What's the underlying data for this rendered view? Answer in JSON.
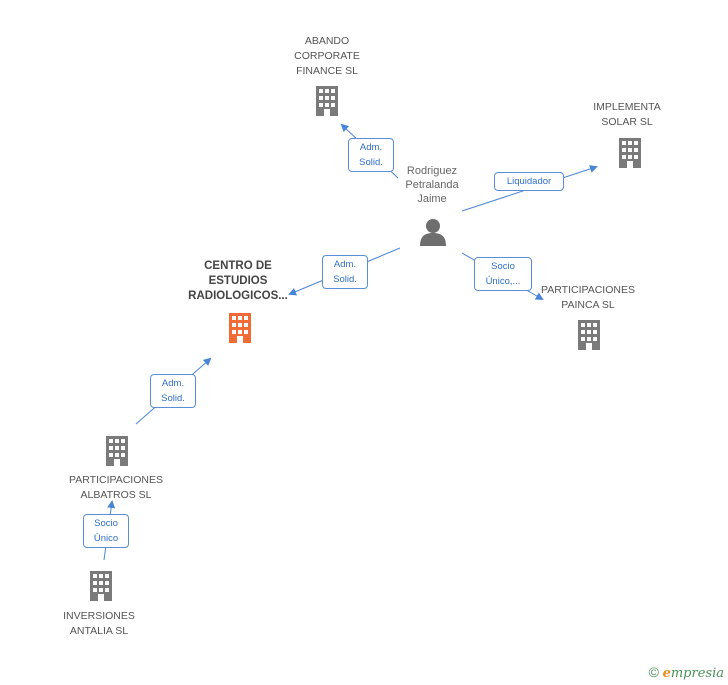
{
  "nodes": {
    "abando": {
      "label": "ABANDO\nCORPORATE\nFINANCE SL"
    },
    "implementa": {
      "label": "IMPLEMENTA\nSOLAR SL"
    },
    "person": {
      "label": "Rodriguez\nPetralanda\nJaime"
    },
    "centro": {
      "label": "CENTRO DE\nESTUDIOS\nRADIOLOGICOS..."
    },
    "painca": {
      "label": "PARTICIPACIONES\nPAINCA SL"
    },
    "albatros": {
      "label": "PARTICIPACIONES\nALBATROS SL"
    },
    "antalia": {
      "label": "INVERSIONES\nANTALIA SL"
    }
  },
  "edges": {
    "person_abando": {
      "label": "Adm.\nSolid."
    },
    "person_implementa": {
      "label": "Liquidador"
    },
    "person_centro": {
      "label": "Adm.\nSolid."
    },
    "person_painca": {
      "label": "Socio\nÚnico,..."
    },
    "albatros_centro": {
      "label": "Adm.\nSolid."
    },
    "antalia_albatros": {
      "label": "Socio\nÚnico"
    }
  },
  "colors": {
    "edge": "#4a86d8",
    "building": "#7a7a7a",
    "focus": "#f26a35",
    "person": "#6e6e6e"
  },
  "footer": {
    "copyright": "©",
    "brand_first": "e",
    "brand_rest": "mpresia"
  }
}
